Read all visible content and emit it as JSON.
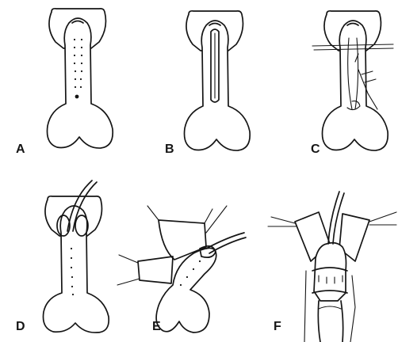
{
  "panels": [
    {
      "id": "A",
      "label": "A"
    },
    {
      "id": "B",
      "label": "B"
    },
    {
      "id": "C",
      "label": "C"
    },
    {
      "id": "D",
      "label": "D"
    },
    {
      "id": "E",
      "label": "E"
    },
    {
      "id": "F",
      "label": "F"
    }
  ]
}
